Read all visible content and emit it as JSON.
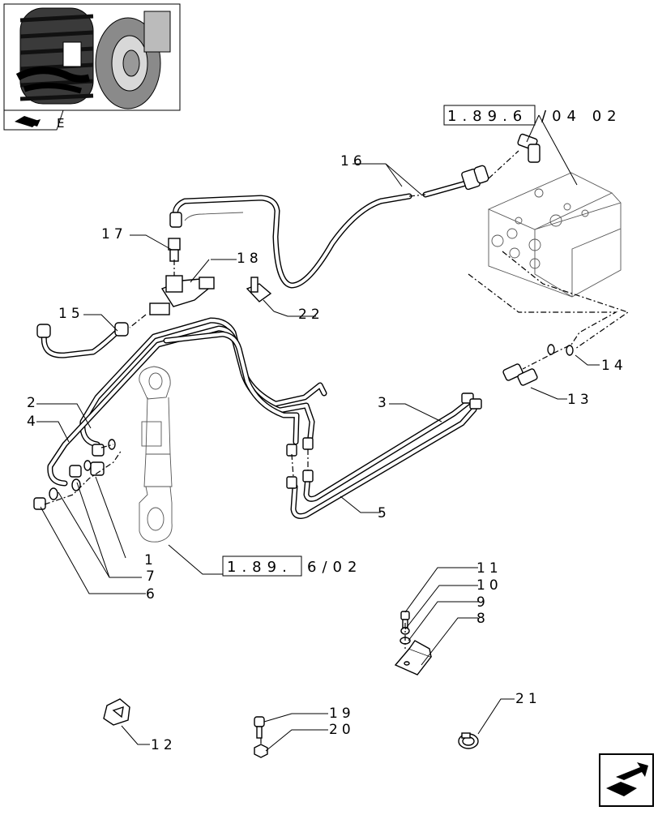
{
  "thumbnail": {
    "corner_tab_text": "E"
  },
  "references": {
    "valve_ref_boxed": "1.89.6",
    "valve_ref_suffix": "/04 02",
    "cylinder_ref_boxed": "1.89.",
    "cylinder_ref_suffix": "6/02"
  },
  "callouts": {
    "c1": "1",
    "c2": "2",
    "c3": "3",
    "c4": "4",
    "c5": "5",
    "c6": "6",
    "c7": "7",
    "c8": "8",
    "c9": "9",
    "c10": "10",
    "c11": "11",
    "c12": "12",
    "c13": "13",
    "c14": "14",
    "c15": "15",
    "c16": "16",
    "c17": "17",
    "c18": "18",
    "c19": "19",
    "c20": "20",
    "c21": "21",
    "c22": "22"
  },
  "navigation": {
    "next_page_icon": "arrow-turn-icon"
  }
}
